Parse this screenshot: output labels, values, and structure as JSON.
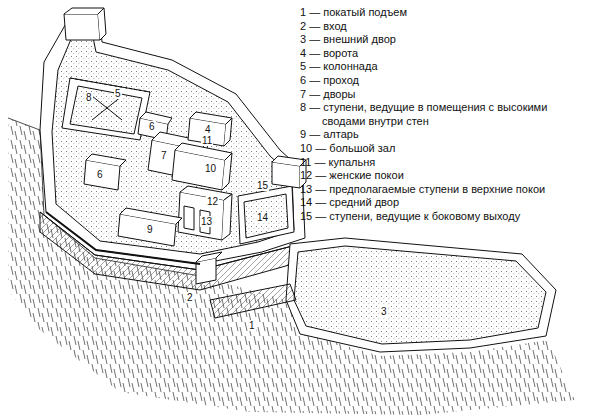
{
  "diagram": {
    "labels": [
      "8",
      "5",
      "6",
      "7",
      "6",
      "4",
      "11",
      "10",
      "15",
      "12",
      "13",
      "9",
      "14",
      "2",
      "1",
      "3"
    ],
    "legend": [
      {
        "text": "1 — покатый подъем"
      },
      {
        "text": "2 — вход"
      },
      {
        "text": "3 — внешний двор"
      },
      {
        "text": "4 — ворота"
      },
      {
        "text": "5 — колоннада"
      },
      {
        "text": "6 — проход"
      },
      {
        "text": "7 — дворы"
      },
      {
        "text": "8 — ступени, ведущие в помещения с высокими сводами внутри стен"
      },
      {
        "text": "9 — алтарь"
      },
      {
        "text": "10 — большой зал"
      },
      {
        "text": "11 — купальня"
      },
      {
        "text": "12 — женские покои"
      },
      {
        "text": "13 — предполагаемые ступени в верхние покои"
      },
      {
        "text": "14 — средний двор"
      },
      {
        "text": "15 — ступени, ведущие к боковому выходу"
      }
    ]
  }
}
